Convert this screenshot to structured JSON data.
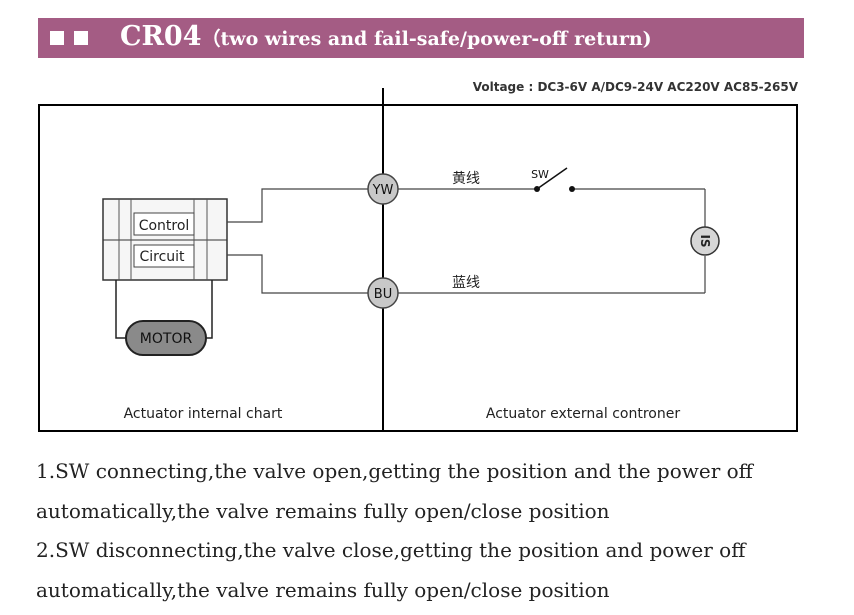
{
  "header": {
    "title_main": "CR04",
    "title_sub": "（two wires and fail-safe/power-off return)",
    "colors": {
      "banner": "#a45c84",
      "text": "#ffffff"
    }
  },
  "voltage": "Voltage : DC3-6V A/DC9-24V AC220V AC85-265V",
  "diagram": {
    "control_label": "Control",
    "circuit_label": "Circuit",
    "motor_label": "MOTOR",
    "yw_terminal": "YW",
    "bu_terminal": "BU",
    "yellow_wire_label": "黄线",
    "blue_wire_label": "蓝线",
    "switch_label": "SW",
    "source_label": "IS",
    "internal_caption": "Actuator internal chart",
    "external_caption": "Actuator external controner"
  },
  "description": {
    "line1": "1.SW connecting,the valve open,getting the position and the power off",
    "line2": "automatically,the valve remains fully open/close position",
    "line3": "2.SW disconnecting,the valve close,getting the position and power off",
    "line4": "automatically,the valve remains fully open/close position"
  }
}
